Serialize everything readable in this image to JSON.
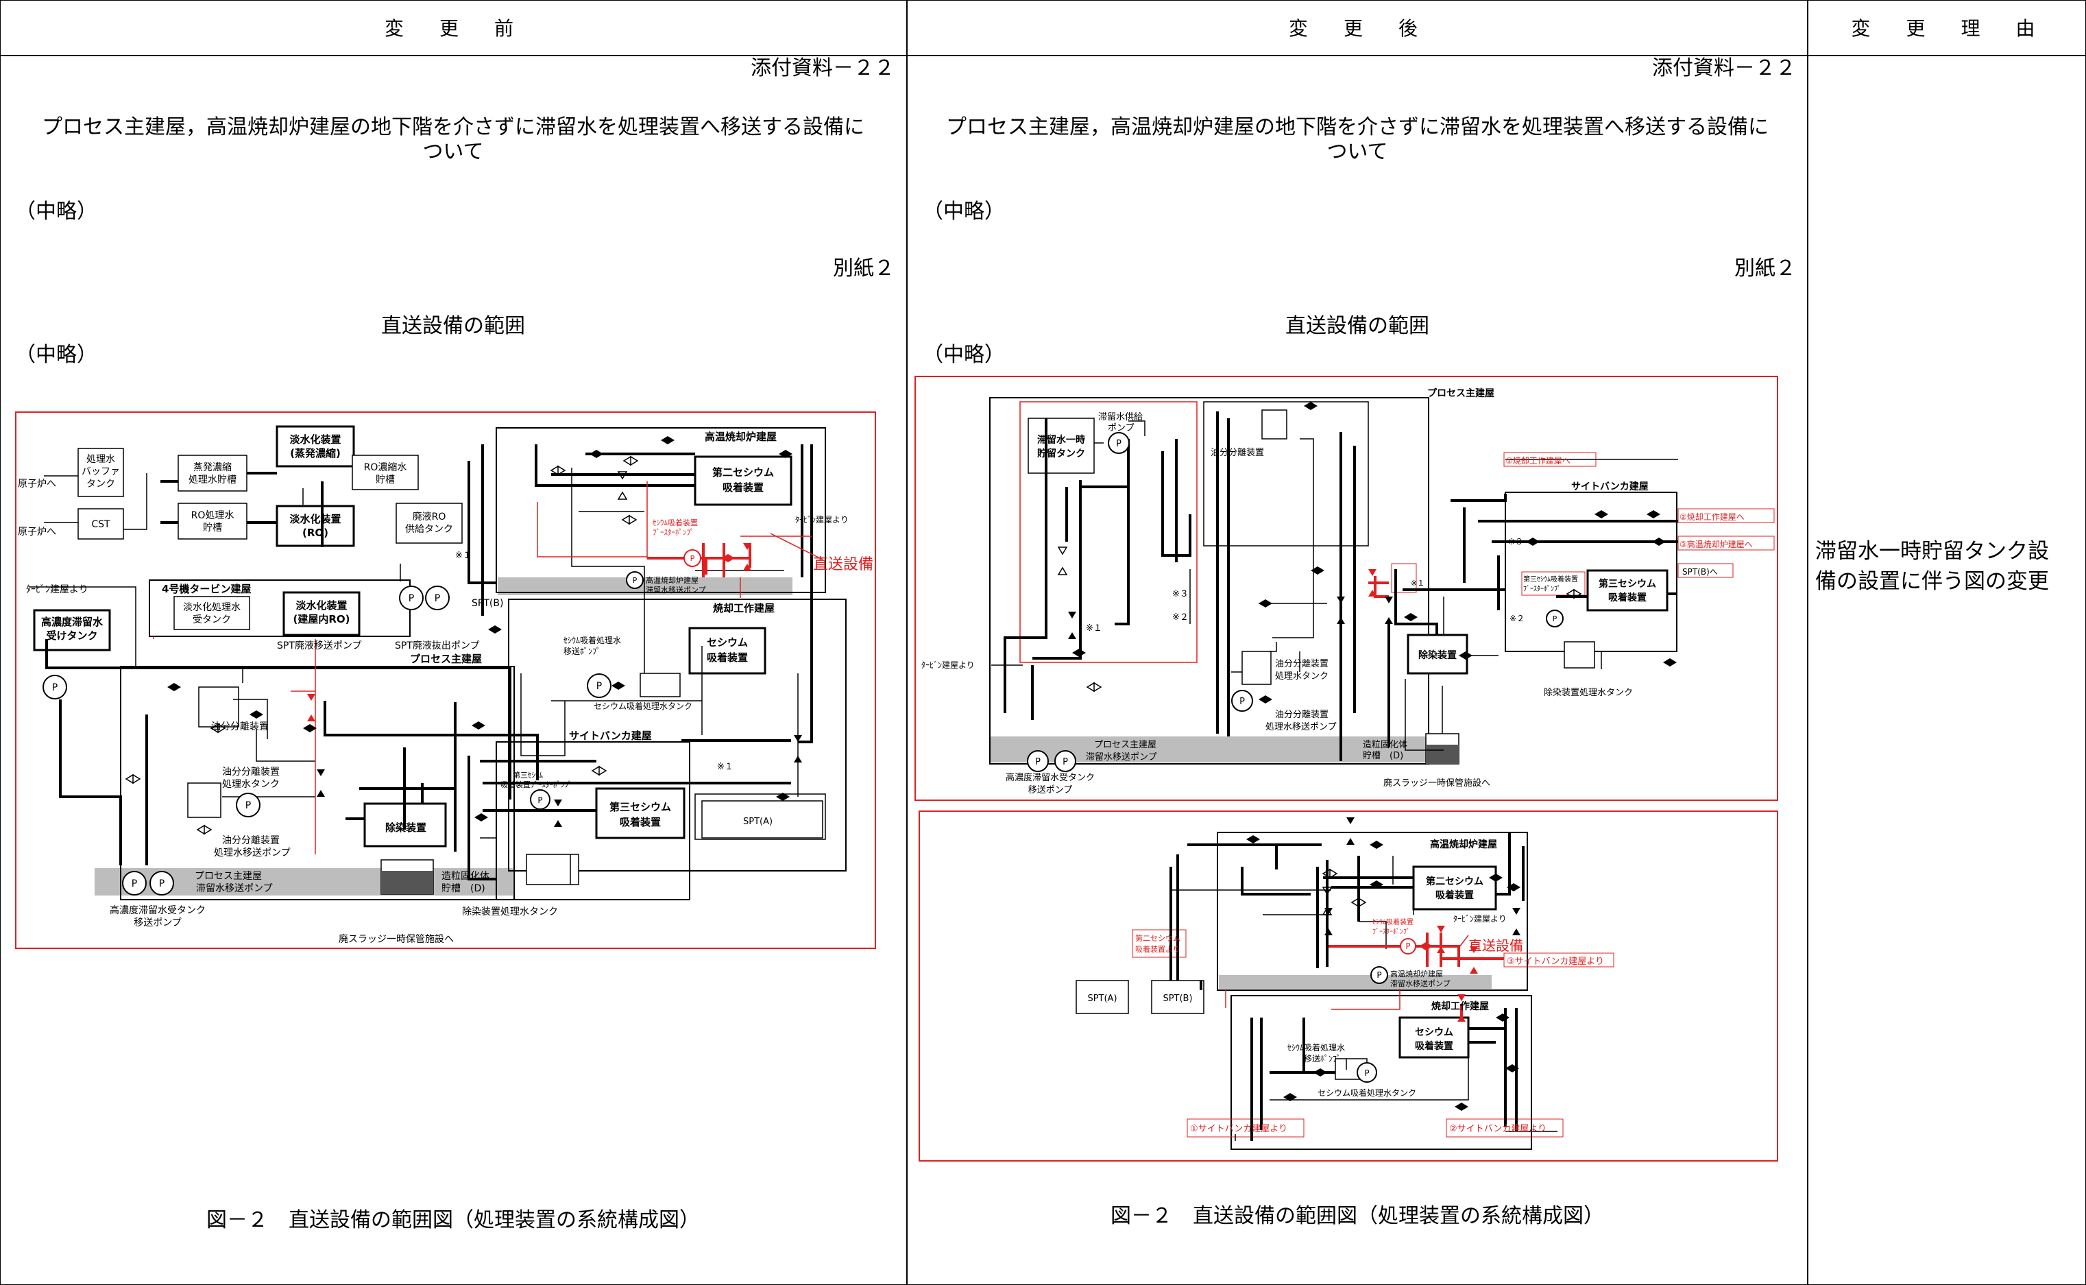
{
  "headers": {
    "before": "変　更　前",
    "after": "変　更　後",
    "reason": "変　更　理　由"
  },
  "left": {
    "attachment": "添付資料－２２",
    "title_line1": "プロセス主建屋，高温焼却炉建屋の地下階を介さずに滞留水を処理装置へ移送する設備に",
    "title_line2": "ついて",
    "omit1": "（中略）",
    "annex": "別紙２",
    "section_title": "直送設備の範囲",
    "omit2": "（中略）",
    "figure_caption": "図－２　直送設備の範囲図（処理装置の系統構成図）",
    "diagram": {
      "reactor1": "原子炉へ",
      "reactor2": "原子炉へ",
      "buffer_tank": [
        "処理水",
        "バッファ",
        "タンク"
      ],
      "cst": "CST",
      "evap_concentrate": [
        "蒸発濃縮",
        "処理水貯槽"
      ],
      "ro_water": [
        "RO処理水",
        "貯槽"
      ],
      "desal_evap": [
        "淡水化装置",
        "(蒸発濃縮)"
      ],
      "ro_concentrate": [
        "RO濃縮水",
        "貯槽"
      ],
      "desal_ro": [
        "淡水化装置",
        "(RO)"
      ],
      "waste_ro_tank": [
        "廃液RO",
        "供給タンク"
      ],
      "unit4_turbine": "4号機タービン建屋",
      "desal_treated_tank": [
        "淡水化処理水",
        "受タンク"
      ],
      "desal_building_ro": [
        "淡水化装置",
        "(建屋内RO)"
      ],
      "spt_b": "SPT(B)",
      "spt_pump": "SPT廃液移送ポンプ",
      "spt_extract_pump": "SPT廃液抜出ポンプ",
      "from_turbine": "ﾀｰﾋﾞﾝ建屋より",
      "high_conc_tank": [
        "高濃度滞留水",
        "受けタンク"
      ],
      "process_main": "プロセス主建屋",
      "high_temp_incinerator": "高温焼却炉建屋",
      "second_cesium": [
        "第二セシウム",
        "吸着装置"
      ],
      "from_turbine2": "ﾀｰﾋﾞﾝ建屋より",
      "cesium_booster": [
        "ｾｼｳﾑ吸着装置",
        "ﾌﾞｰｽﾀｰﾎﾟﾝﾌﾟ"
      ],
      "direct_equipment": "直送設備",
      "ht_transfer_pump": [
        "高温焼却炉建屋",
        "滞留水移送ポンプ"
      ],
      "note1": "※１",
      "incinerator_work": "焼却工作建屋",
      "cesium_treated_pump": [
        "ｾｼｳﾑ吸着処理水",
        "移送ﾎﾟﾝﾌﾟ"
      ],
      "cesium_adsorption": [
        "セシウム",
        "吸着装置"
      ],
      "cesium_treated_tank": "セシウム吸着処理水タンク",
      "oil_separator": "油分分離装置",
      "oil_tank": [
        "油分分離装置",
        "処理水タンク"
      ],
      "oil_pump": [
        "油分分離装置",
        "処理水移送ポンプ"
      ],
      "site_bunker": "サイトバンカ建屋",
      "third_cesium_booster": [
        "第三ｾｼｳﾑ",
        "吸着装置ﾌﾞｰｽﾀｰﾎﾟﾝﾌﾟ"
      ],
      "third_cesium": [
        "第三セシウム",
        "吸着装置"
      ],
      "decontamination": "除染装置",
      "spt_a": "SPT(A)",
      "note1b": "※１",
      "pm_transfer_pump": [
        "プロセス主建屋",
        "滞留水移送ポンプ"
      ],
      "granulation": [
        "造粒固化体",
        "貯槽　(D)"
      ],
      "decon_tank": "除染装置処理水タンク",
      "high_conc_pump": [
        "高濃度滞留水受タンク",
        "移送ポンプ"
      ],
      "waste_sludge": "廃スラッジ一時保管施設へ",
      "pump_symbol": "P"
    }
  },
  "middle": {
    "attachment": "添付資料－２２",
    "title_line1": "プロセス主建屋，高温焼却炉建屋の地下階を介さずに滞留水を処理装置へ移送する設備に",
    "title_line2": "ついて",
    "omit1": "（中略）",
    "annex": "別紙２",
    "section_title": "直送設備の範囲",
    "omit2": "（中略）",
    "figure_caption": "図－２　直送設備の範囲図（処理装置の系統構成図）",
    "diagram_top": {
      "process_main": "プロセス主建屋",
      "temp_tank": [
        "滞留水一時",
        "貯留タンク"
      ],
      "supply_pump": [
        "滞留水供給",
        "ポンプ"
      ],
      "oil_separator": "油分分離装置",
      "note3": "※３",
      "note2": "※２",
      "note1": "※１",
      "from_turbine": "ﾀｰﾋﾞﾝ建屋より",
      "oil_tank": [
        "油分分離装置",
        "処理水タンク"
      ],
      "oil_pump": [
        "油分分離装置",
        "処理水移送ポンプ"
      ],
      "pm_transfer_pump": [
        "プロセス主建屋",
        "滞留水移送ポンプ"
      ],
      "high_conc_pump": [
        "高濃度滞留水受タンク",
        "移送ポンプ"
      ],
      "granulation": [
        "造粒固化体",
        "貯槽　(D)"
      ],
      "waste_sludge": "廃スラッジ一時保管施設へ",
      "decontamination": "除染装置",
      "note1b": "※１",
      "to_incinerator_work": "①焼却工作建屋へ",
      "site_bunker": "サイトバンカ建屋",
      "to_incinerator_work2": "②焼却工作建屋へ",
      "note3b": "※３",
      "to_high_temp": "③高温焼却炉建屋へ",
      "to_spt_b": "SPT(B)へ",
      "third_cesium_booster": [
        "第三ｾｼｳﾑ吸着装置",
        "ﾌﾞｰｽﾀｰﾎﾟﾝﾌﾟ"
      ],
      "note2b": "※２",
      "third_cesium": [
        "第三セシウム",
        "吸着装置"
      ],
      "decon_tank": "除染装置処理水タンク",
      "pump_symbol": "P"
    },
    "diagram_bottom": {
      "high_temp_incinerator": "高温焼却炉建屋",
      "second_cesium": [
        "第二セシウム",
        "吸着装置"
      ],
      "from_turbine": "ﾀｰﾋﾞﾝ建屋より",
      "cesium_booster": [
        "ｾｼｳﾑ吸着装置",
        "ﾌﾞｰｽﾀｰﾎﾟﾝﾌﾟ"
      ],
      "direct_equipment": "直送設備",
      "from_site_bunker3": "③サイトバンカ建屋より",
      "second_cesium_booster": [
        "第二セシウム",
        "吸着装置より"
      ],
      "spt_a": "SPT(A)",
      "spt_b": "SPT(B)",
      "ht_transfer_pump": [
        "高温焼却炉建屋",
        "滞留水移送ポンプ"
      ],
      "incinerator_work": "焼却工作建屋",
      "cesium_treated_pump": [
        "ｾｼｳﾑ吸着処理水",
        "移送ﾎﾟﾝﾌﾟ"
      ],
      "cesium_adsorption": [
        "セシウム",
        "吸着装置"
      ],
      "cesium_treated_tank": "セシウム吸着処理水タンク",
      "from_site_bunker1": "①サイトバンカ建屋より",
      "from_site_bunker2": "②サイトバンカ建屋より",
      "pump_symbol": "P"
    }
  },
  "reason": {
    "line1": "滞留水一時貯留タンク設",
    "line2": "備の設置に伴う図の変更"
  }
}
